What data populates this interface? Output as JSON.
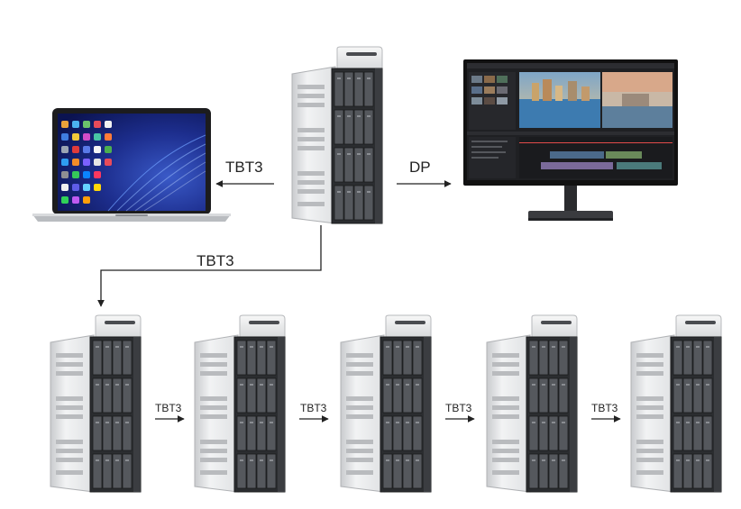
{
  "connections": {
    "to_laptop": "TBT3",
    "to_monitor": "DP",
    "downlink": "TBT3",
    "chain": [
      "TBT3",
      "TBT3",
      "TBT3",
      "TBT3"
    ]
  },
  "devices": {
    "host_enclosure": "storage-enclosure",
    "laptop": "laptop",
    "monitor": "monitor",
    "chain_enclosures": [
      "storage-enclosure",
      "storage-enclosure",
      "storage-enclosure",
      "storage-enclosure",
      "storage-enclosure"
    ]
  }
}
